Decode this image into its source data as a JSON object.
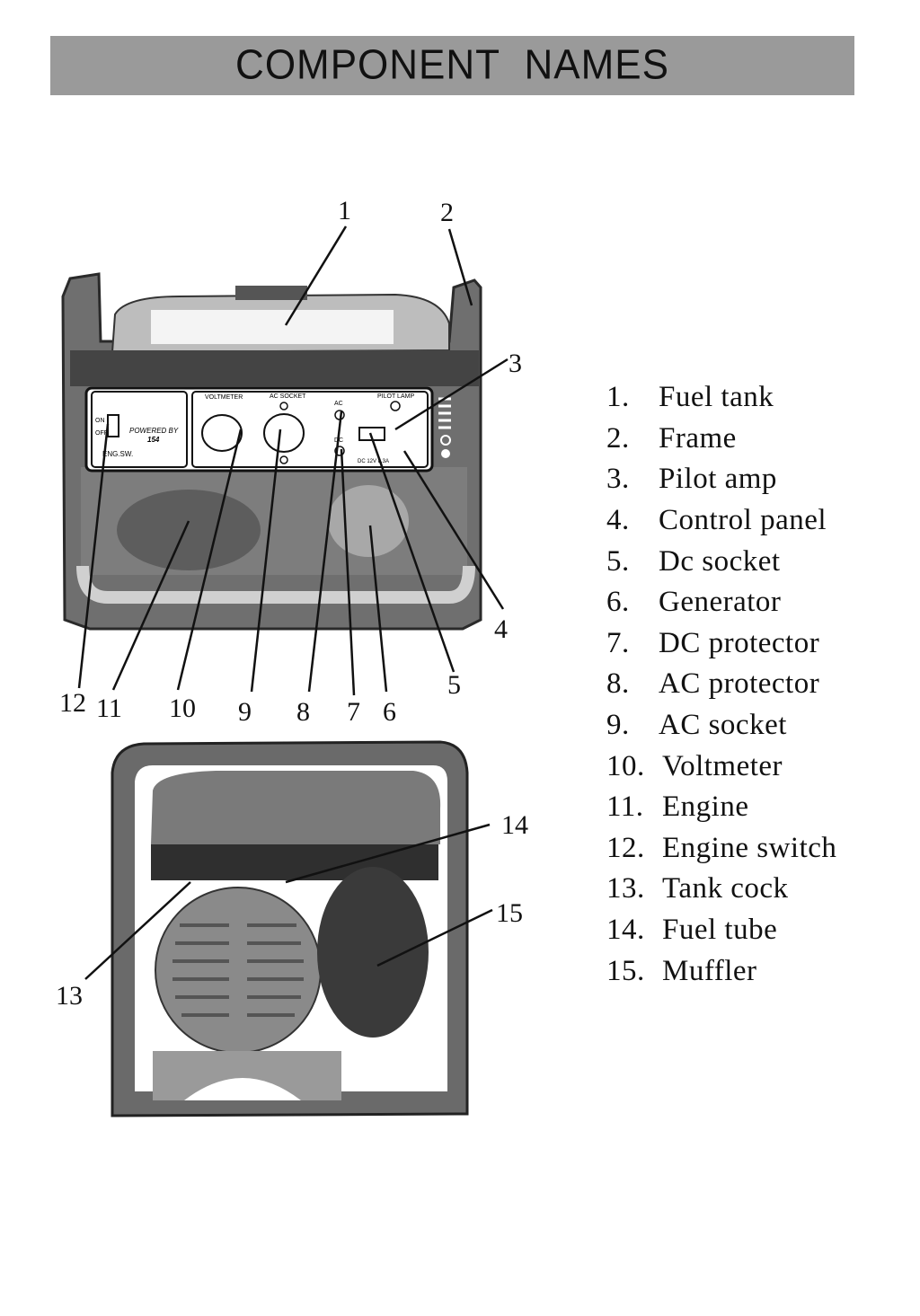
{
  "page": {
    "title": "COMPONENT  NAMES"
  },
  "callouts": {
    "top": [
      "1",
      "2",
      "3",
      "4",
      "5",
      "6",
      "7",
      "8",
      "9",
      "10",
      "11",
      "12"
    ],
    "bottom": [
      "13",
      "14",
      "15"
    ]
  },
  "panel_labels": {
    "on": "ON",
    "off": "OFF",
    "powered_by": "POWERED BY",
    "model": "154",
    "eng_sw": "ENG.SW.",
    "voltmeter": "VOLTMETER",
    "ac_socket": "AC SOCKET",
    "ac": "AC",
    "dc": "DC",
    "pilot_lamp": "PILOT LAMP",
    "dc_rating": "DC 12V 8.3A"
  },
  "legend": [
    {
      "num": "1.",
      "label": "Fuel tank"
    },
    {
      "num": "2.",
      "label": "Frame"
    },
    {
      "num": "3.",
      "label": "Pilot amp"
    },
    {
      "num": "4.",
      "label": "Control panel"
    },
    {
      "num": "5.",
      "label": "Dc socket"
    },
    {
      "num": "6.",
      "label": "Generator"
    },
    {
      "num": "7.",
      "label": "DC protector"
    },
    {
      "num": "8.",
      "label": "AC protector"
    },
    {
      "num": "9.",
      "label": "AC socket"
    },
    {
      "num": "10.",
      "label": "Voltmeter"
    },
    {
      "num": "11.",
      "label": "Engine"
    },
    {
      "num": "12.",
      "label": "Engine switch"
    },
    {
      "num": "13.",
      "label": "Tank cock"
    },
    {
      "num": "14.",
      "label": "Fuel tube"
    },
    {
      "num": "15.",
      "label": "Muffler"
    }
  ]
}
